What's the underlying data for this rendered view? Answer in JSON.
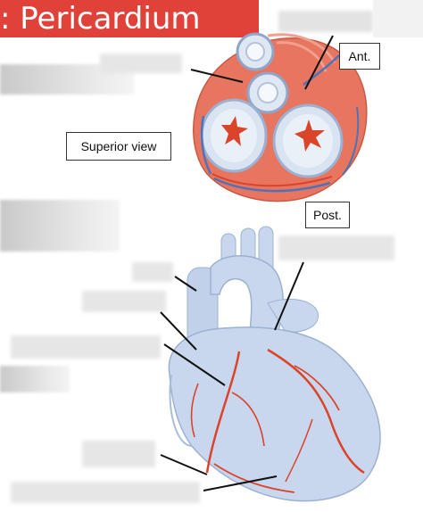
{
  "title": "Pericardium",
  "labels": {
    "superior_view": "Superior view",
    "anterior": "Ant.",
    "posterior": "Post."
  },
  "colors": {
    "title_bg": "#e0423a",
    "heart_tissue": "#e8755f",
    "vessel_red": "#d9442b",
    "vessel_blue": "#4d73b8",
    "heart_body": "#c9d7ee"
  }
}
